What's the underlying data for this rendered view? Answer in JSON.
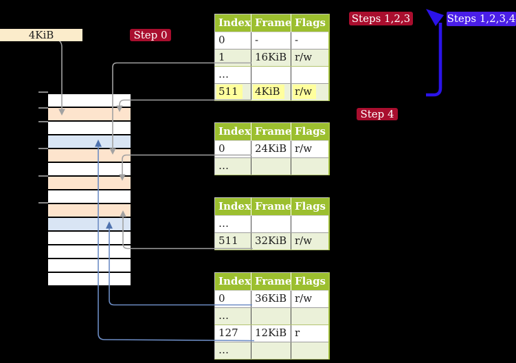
{
  "labels": {
    "page_size_label": "4KiB",
    "step0": "Step 0",
    "steps123": "Steps 1,2,3",
    "steps1234": "Steps 1,2,3,4",
    "step4": "Step 4"
  },
  "memory_strip": {
    "rows": [
      "white",
      "orange",
      "white",
      "blue",
      "orange",
      "white",
      "orange",
      "white",
      "orange",
      "blue",
      "white",
      "white",
      "white",
      "white"
    ]
  },
  "tables": [
    {
      "id": "table-1",
      "headers": [
        "Index",
        "Frame",
        "Flags"
      ],
      "rows": [
        {
          "cells": [
            "0",
            "-",
            "-"
          ],
          "shade": false,
          "highlight": false
        },
        {
          "cells": [
            "1",
            "16KiB",
            "r/w"
          ],
          "shade": true,
          "highlight": false
        },
        {
          "cells": [
            "…",
            "",
            ""
          ],
          "shade": false,
          "highlight": false
        },
        {
          "cells": [
            "511",
            "4KiB",
            "r/w"
          ],
          "shade": true,
          "highlight": true
        }
      ]
    },
    {
      "id": "table-2",
      "headers": [
        "Index",
        "Frame",
        "Flags"
      ],
      "rows": [
        {
          "cells": [
            "0",
            "24KiB",
            "r/w"
          ],
          "shade": false,
          "highlight": false
        },
        {
          "cells": [
            "…",
            "",
            ""
          ],
          "shade": true,
          "highlight": false
        }
      ]
    },
    {
      "id": "table-3",
      "headers": [
        "Index",
        "Frame",
        "Flags"
      ],
      "rows": [
        {
          "cells": [
            "…",
            "",
            ""
          ],
          "shade": false,
          "highlight": false
        },
        {
          "cells": [
            "511",
            "32KiB",
            "r/w"
          ],
          "shade": true,
          "highlight": false
        }
      ]
    },
    {
      "id": "table-4",
      "headers": [
        "Index",
        "Frame",
        "Flags"
      ],
      "rows": [
        {
          "cells": [
            "0",
            "36KiB",
            "r/w"
          ],
          "shade": false,
          "highlight": false
        },
        {
          "cells": [
            "…",
            "",
            ""
          ],
          "shade": true,
          "highlight": false
        },
        {
          "cells": [
            "127",
            "12KiB",
            "r"
          ],
          "shade": false,
          "highlight": false
        },
        {
          "cells": [
            "…",
            "",
            ""
          ],
          "shade": true,
          "highlight": false
        }
      ]
    }
  ],
  "colors": {
    "background": "#000000",
    "header_green": "#9cbf2f",
    "row_shade_green": "#ebf1d9",
    "highlight_yellow": "#ffff9d",
    "memory_orange": "#fde4cd",
    "memory_blue": "#d9e5f4",
    "memory_white": "#ffffff",
    "beige_label": "#fbeccb",
    "crimson_label": "#a90e2e",
    "blue_label": "#4a1ee8",
    "blue_arrow": "#2b13e8",
    "steel_line": "#6c8cc4",
    "steel_head": "#4e72ae",
    "gray_line": "#a2a2a2"
  }
}
